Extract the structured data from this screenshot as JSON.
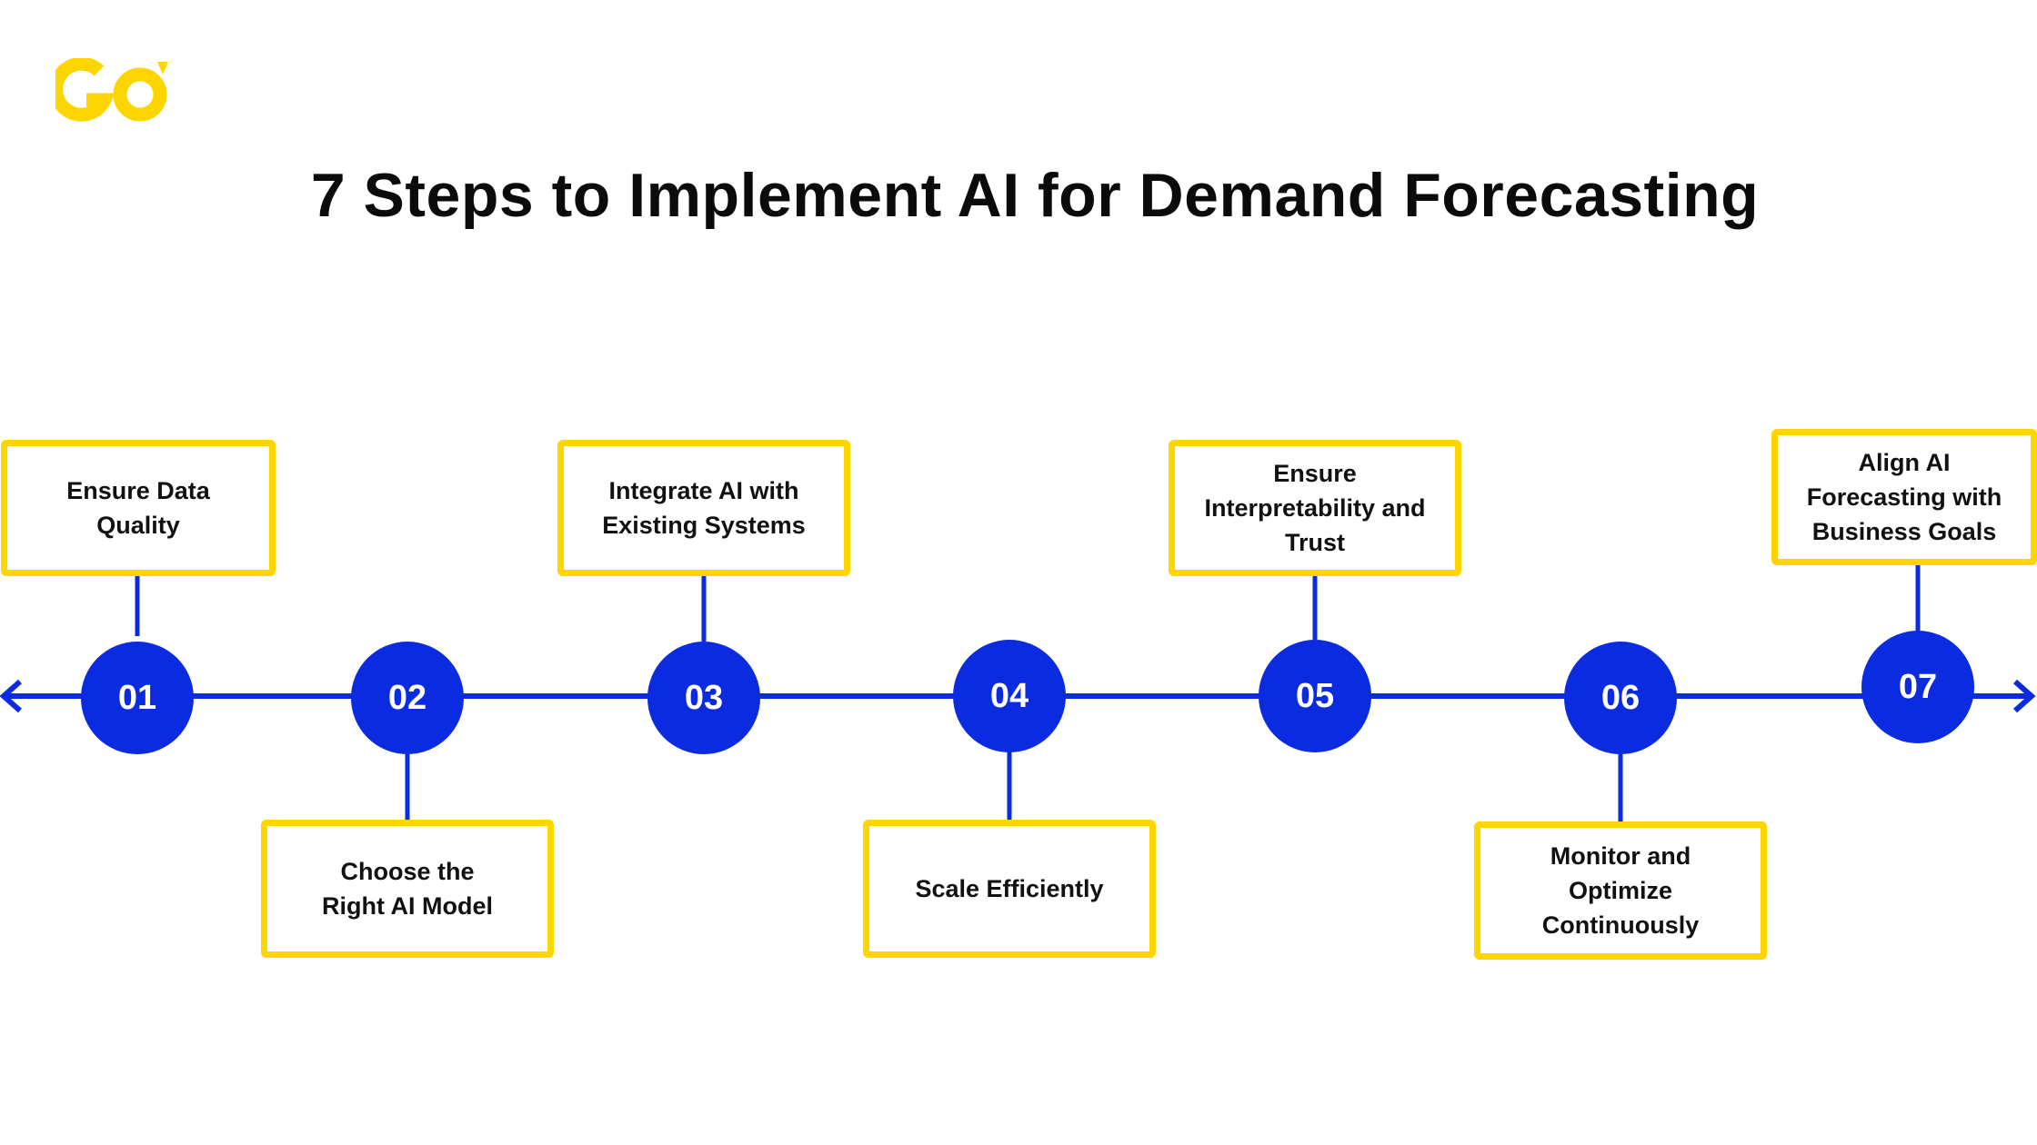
{
  "title": "7 Steps to Implement AI for Demand Forecasting",
  "logo": {
    "text": "GO",
    "color": "#FFD500"
  },
  "colors": {
    "accent_blue": "#0B2BE0",
    "box_border": "#FFD500",
    "text": "#111111"
  },
  "steps": [
    {
      "number": "01",
      "label": "Ensure Data Quality"
    },
    {
      "number": "02",
      "label": "Choose the Right AI Model"
    },
    {
      "number": "03",
      "label": "Integrate AI with Existing Systems"
    },
    {
      "number": "04",
      "label": "Scale Efficiently"
    },
    {
      "number": "05",
      "label": "Ensure Interpretability and Trust"
    },
    {
      "number": "06",
      "label": "Monitor and Optimize Continuously"
    },
    {
      "number": "07",
      "label": "Align AI Forecasting with Business Goals"
    }
  ]
}
